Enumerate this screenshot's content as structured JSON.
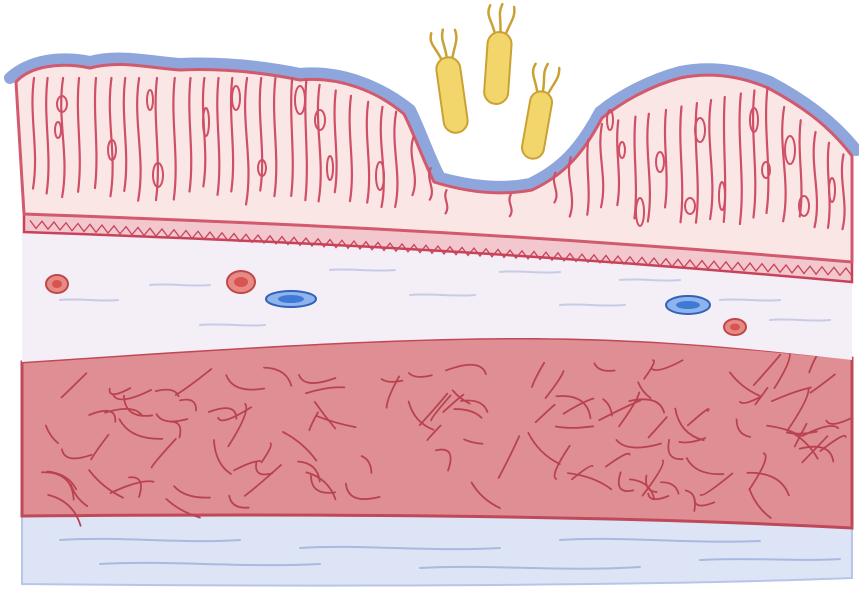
{
  "figure": {
    "layers": [
      {
        "name": "mucosa-epithelium",
        "fill": "#fbe6e6",
        "outline": "#c8435a",
        "coating": "#8fa6dc"
      },
      {
        "name": "muscularis-mucosae",
        "fill": "#f2c7cd",
        "outline": "#c8435a"
      },
      {
        "name": "submucosa",
        "fill": "#f4eef7",
        "outline": "#c8435a"
      },
      {
        "name": "muscularis-propria",
        "fill": "#df8f93",
        "outline": "#c04858"
      },
      {
        "name": "serosa",
        "fill": "#dce4f6",
        "outline": "#a9b9e2"
      }
    ],
    "organisms": {
      "count": 3,
      "shape": "flagellated-rod",
      "fill": "#f3d66b",
      "outline": "#c9a233"
    },
    "vessels": {
      "arteries": 3,
      "veins": 2,
      "artery_color": "#d9534f",
      "vein_color": "#3f79d6"
    },
    "icon": "bacteria-icon"
  }
}
